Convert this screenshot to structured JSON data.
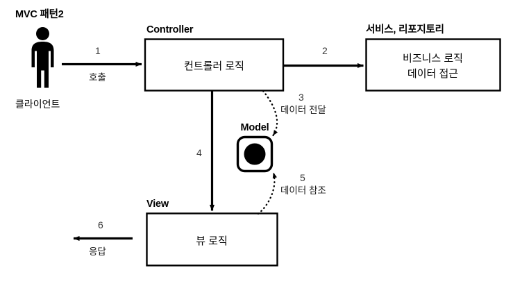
{
  "diagram": {
    "title": "MVC 패턴2",
    "actor": {
      "icon": "person-icon",
      "label": "클라이언트"
    },
    "nodes": [
      {
        "id": "controller",
        "title": "Controller",
        "body_lines": [
          "컨트롤러 로직"
        ]
      },
      {
        "id": "service-repository",
        "title": "서비스, 리포지토리",
        "body_lines": [
          "비즈니스 로직",
          "데이터 접근"
        ]
      },
      {
        "id": "model",
        "title": "Model",
        "icon": "model-object-icon"
      },
      {
        "id": "view",
        "title": "View",
        "body_lines": [
          "뷰 로직"
        ]
      }
    ],
    "edges": [
      {
        "id": "edge-1",
        "number": "1",
        "label": "호출",
        "style": "solid",
        "from": "client",
        "to": "controller"
      },
      {
        "id": "edge-2",
        "number": "2",
        "label": "",
        "style": "solid",
        "from": "controller",
        "to": "service-repository"
      },
      {
        "id": "edge-3",
        "number": "3",
        "label": "데이터 전달",
        "style": "dotted",
        "from": "controller",
        "to": "model"
      },
      {
        "id": "edge-4",
        "number": "4",
        "label": "",
        "style": "solid",
        "from": "controller",
        "to": "view"
      },
      {
        "id": "edge-5",
        "number": "5",
        "label": "데이터 참조",
        "style": "dotted",
        "from": "view",
        "to": "model"
      },
      {
        "id": "edge-6",
        "number": "6",
        "label": "응답",
        "style": "solid",
        "from": "view",
        "to": "client"
      }
    ],
    "colors": {
      "stroke": "#000000",
      "background": "#ffffff",
      "step_number": "#3a3a3a"
    }
  }
}
